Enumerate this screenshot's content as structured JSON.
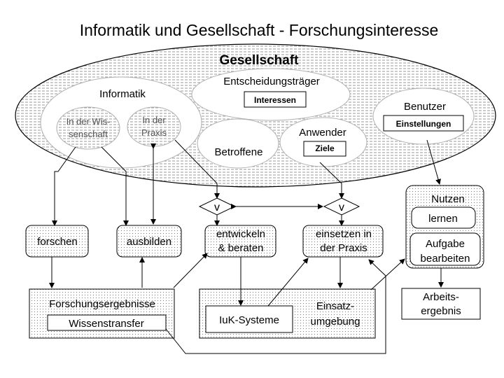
{
  "title": "Informatik und Gesellschaft - Forschungsinteresse",
  "society": {
    "label": "Gesellschaft",
    "decision_makers": {
      "label": "Entscheidungsträger",
      "tag": "Interessen"
    },
    "informatics": {
      "label": "Informatik",
      "science_line1": "In der Wis-",
      "science_line2": "senschaft",
      "practice_line1": "In der",
      "practice_line2": "Praxis"
    },
    "affected": "Betroffene",
    "users_apply": {
      "label": "Anwender",
      "tag": "Ziele"
    },
    "users": {
      "label": "Benutzer",
      "tag": "Einstellungen"
    }
  },
  "activities": {
    "research": "forschen",
    "teach": "ausbilden",
    "develop_line1": "entwickeln",
    "develop_line2": "& beraten",
    "deploy_line1": "einsetzen in",
    "deploy_line2": "der Praxis"
  },
  "chevron": "v",
  "benefit": {
    "label": "Nutzen",
    "learn": "lernen",
    "task_line1": "Aufgabe",
    "task_line2": "bearbeiten"
  },
  "results": {
    "research_results": "Forschungsergebnisse",
    "knowledge_transfer": "Wissenstransfer",
    "ict_systems": "IuK-Systeme",
    "deploy_env_line1": "Einsatz-",
    "deploy_env_line2": "umgebung",
    "work_result_line1": "Arbeits-",
    "work_result_line2": "ergebnis"
  }
}
